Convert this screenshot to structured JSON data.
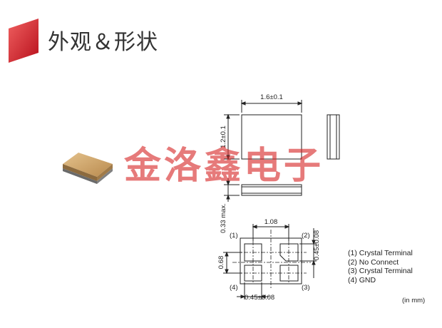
{
  "header": {
    "title": "外观＆形状"
  },
  "watermark": {
    "text": "金洛鑫电子"
  },
  "drawing": {
    "top_view": {
      "width_label": "1.6±0.1",
      "height_label": "1.2±0.1"
    },
    "side_view": {
      "height_label": "0.33 max."
    },
    "bottom_view": {
      "pitch_x_label": "1.08",
      "pitch_y_label": "0.68",
      "pad_h_label": "0.45±0.08",
      "pad_w_label": "0.45±0.08",
      "pin_labels": [
        "(1)",
        "(2)",
        "(3)",
        "(4)"
      ]
    }
  },
  "legend": {
    "items": [
      "(1) Crystal Terminal",
      "(2) No Connect",
      "(3) Crystal Terminal",
      "(4) GND"
    ]
  },
  "unit_note": "(in mm)",
  "colors": {
    "accent_red": "#d9232e",
    "package_gold": "#c9a067"
  }
}
